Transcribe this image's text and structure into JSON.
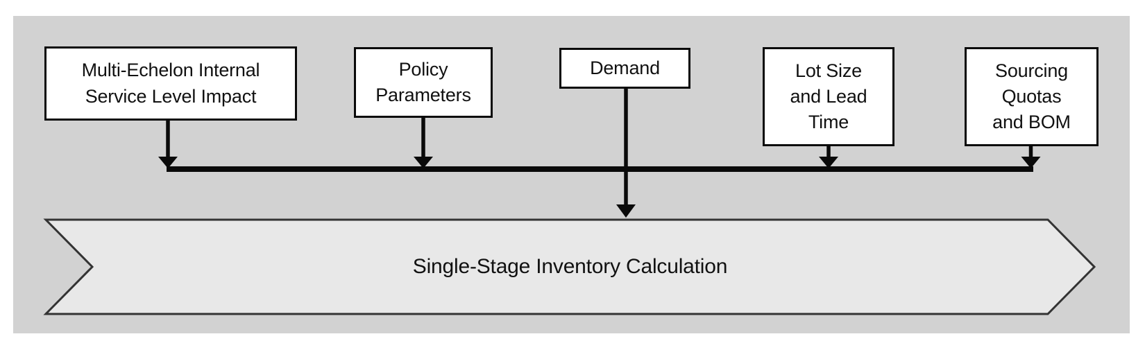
{
  "diagram": {
    "inputs": [
      {
        "id": "multi-echelon",
        "label": "Multi-Echelon Internal\nService Level Impact"
      },
      {
        "id": "policy-parameters",
        "label": "Policy\nParameters"
      },
      {
        "id": "demand",
        "label": "Demand"
      },
      {
        "id": "lot-size-lead-time",
        "label": "Lot Size\nand Lead\nTime"
      },
      {
        "id": "sourcing-quotas-bom",
        "label": "Sourcing\nQuotas\nand BOM"
      }
    ],
    "process": {
      "label": "Single-Stage Inventory Calculation"
    },
    "colors": {
      "page_bg": "#ffffff",
      "panel_bg": "#d2d2d2",
      "box_bg": "#ffffff",
      "box_border": "#0a0a0a",
      "banner_bg": "#e8e8e8",
      "banner_border": "#333333",
      "connector": "#0a0a0a",
      "text": "#111111"
    }
  }
}
